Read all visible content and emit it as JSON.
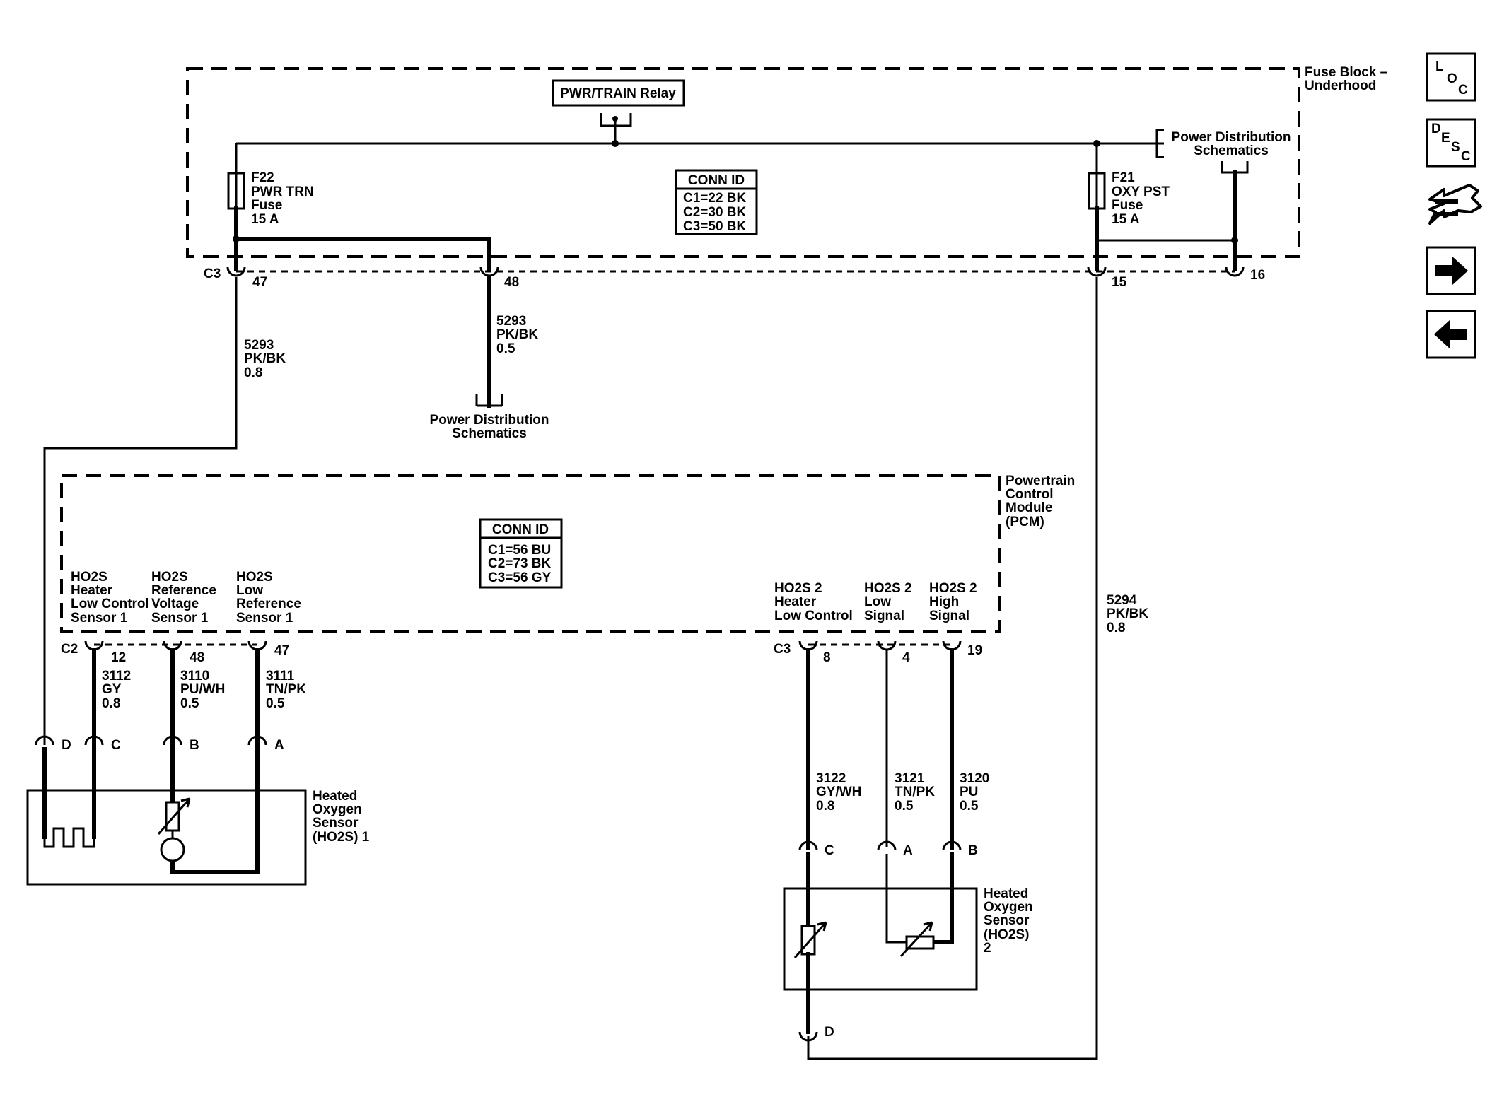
{
  "fuse_block": {
    "label_line1": "Fuse Block –",
    "label_line2": "Underhood",
    "relay": "PWR/TRAIN Relay",
    "pds_top_line1": "Power Distribution",
    "pds_top_line2": "Schematics",
    "conn_id": {
      "title": "CONN ID",
      "lines": [
        "C1=22 BK",
        "C2=30 BK",
        "C3=50 BK"
      ]
    },
    "fuse_f22": [
      "F22",
      "PWR TRN",
      "Fuse",
      "15 A"
    ],
    "fuse_f21": [
      "F21",
      "OXY PST",
      "Fuse",
      "15 A"
    ],
    "c3_label": "C3",
    "pins": {
      "p47": "47",
      "p48": "48",
      "p15": "15",
      "p16": "16"
    }
  },
  "wires": {
    "w5293_left": [
      "5293",
      "PK/BK",
      "0.8"
    ],
    "w5293_mid": [
      "5293",
      "PK/BK",
      "0.5"
    ],
    "w5294": [
      "5294",
      "PK/BK",
      "0.8"
    ],
    "w3112": [
      "3112",
      "GY",
      "0.8"
    ],
    "w3110": [
      "3110",
      "PU/WH",
      "0.5"
    ],
    "w3111": [
      "3111",
      "TN/PK",
      "0.5"
    ],
    "w3122": [
      "3122",
      "GY/WH",
      "0.8"
    ],
    "w3121": [
      "3121",
      "TN/PK",
      "0.5"
    ],
    "w3120": [
      "3120",
      "PU",
      "0.5"
    ]
  },
  "pds_mid": {
    "line1": "Power Distribution",
    "line2": "Schematics"
  },
  "pcm": {
    "label": [
      "Powertrain",
      "Control",
      "Module",
      "(PCM)"
    ],
    "conn_id": {
      "title": "CONN ID",
      "lines": [
        "C1=56 BU",
        "C2=73 BK",
        "C3=56 GY"
      ]
    },
    "c2_label": "C2",
    "c3_label": "C3",
    "pin_labels": {
      "heater1": [
        "HO2S",
        "Heater",
        "Low Control",
        "Sensor 1"
      ],
      "ref1": [
        "HO2S",
        "Reference",
        "Voltage",
        "Sensor 1"
      ],
      "low1": [
        "HO2S",
        "Low",
        "Reference",
        "Sensor 1"
      ],
      "heater2": [
        "HO2S 2",
        "Heater",
        "Low Control"
      ],
      "low2": [
        "HO2S 2",
        "Low",
        "Signal"
      ],
      "high2": [
        "HO2S 2",
        "High",
        "Signal"
      ]
    },
    "pins": {
      "p12": "12",
      "p48": "48",
      "p47": "47",
      "p8": "8",
      "p4": "4",
      "p19": "19"
    }
  },
  "sensor1": {
    "label": [
      "Heated",
      "Oxygen",
      "Sensor",
      "(HO2S) 1"
    ],
    "pins": {
      "d": "D",
      "c": "C",
      "b": "B",
      "a": "A"
    }
  },
  "sensor2": {
    "label": [
      "Heated",
      "Oxygen",
      "Sensor",
      "(HO2S)",
      "2"
    ],
    "pins": {
      "c": "C",
      "a": "A",
      "b": "B",
      "d": "D"
    }
  },
  "nav": {
    "loc": {
      "l": "L",
      "o": "O",
      "c": "C"
    },
    "desc": {
      "d": "D",
      "e": "E",
      "s": "S",
      "c": "C"
    }
  }
}
